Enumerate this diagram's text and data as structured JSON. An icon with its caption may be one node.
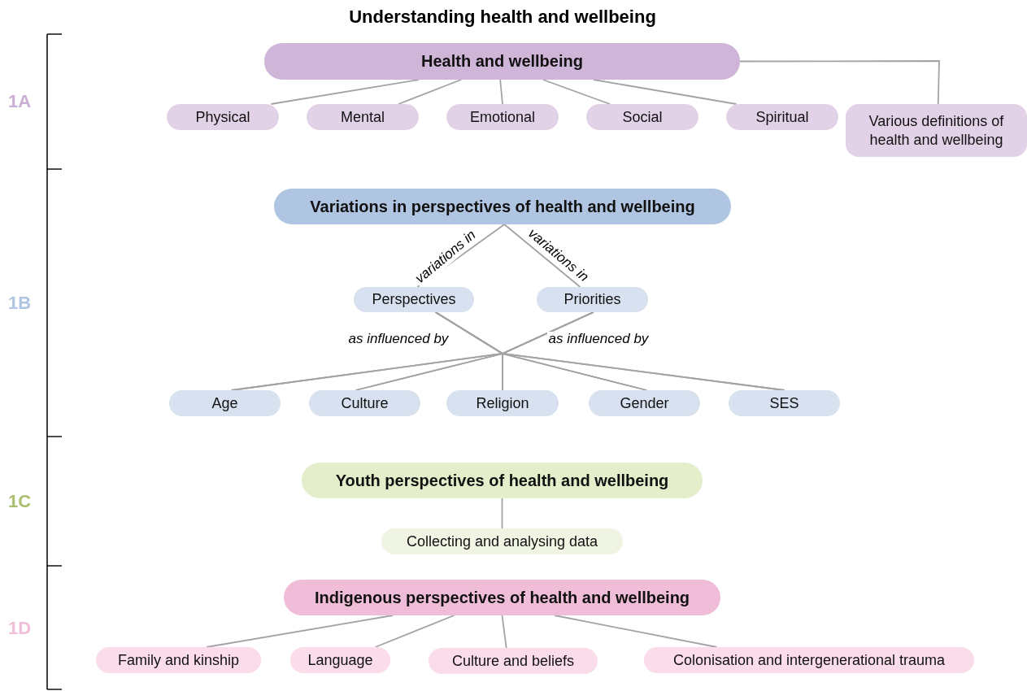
{
  "diagram": {
    "title": "Understanding health and wellbeing",
    "nodes": [
      {
        "text": [
          "Health and wellbeing"
        ]
      },
      {
        "text": [
          "Physical"
        ]
      },
      {
        "text": [
          "Mental"
        ]
      },
      {
        "text": [
          "Emotional"
        ]
      },
      {
        "text": [
          "Social"
        ]
      },
      {
        "text": [
          "Spiritual"
        ]
      },
      {
        "text": [
          "Various definitions of health and wellbeing"
        ]
      },
      {
        "text": [
          "Variations in perspectives of health and wellbeing"
        ]
      },
      {
        "text": [
          "Perspectives"
        ]
      },
      {
        "text": [
          "Priorities"
        ]
      },
      {
        "text": [
          "Age"
        ]
      },
      {
        "text": [
          "Culture"
        ]
      },
      {
        "text": [
          "Religion"
        ]
      },
      {
        "text": [
          "Gender"
        ]
      },
      {
        "text": [
          "SES"
        ]
      },
      {
        "text": [
          "Youth perspectives of health and wellbeing"
        ]
      },
      {
        "text": [
          "Collecting and analysing data"
        ]
      },
      {
        "text": [
          "Indigenous perspectives of health and wellbeing"
        ]
      },
      {
        "text": [
          "Family and kinship"
        ]
      },
      {
        "text": [
          "Language"
        ]
      },
      {
        "text": [
          "Culture and beliefs"
        ]
      },
      {
        "text": [
          "Colonisation and intergenerational trauma"
        ]
      }
    ],
    "edges": [
      {
        "from": 0,
        "to": 1,
        "arrow": "none"
      },
      {
        "from": 0,
        "to": 2,
        "arrow": "none"
      },
      {
        "from": 0,
        "to": 3,
        "arrow": "none"
      },
      {
        "from": 0,
        "to": 4,
        "arrow": "none"
      },
      {
        "from": 0,
        "to": 5,
        "arrow": "none"
      },
      {
        "from": 0,
        "to": 6,
        "arrow": "none"
      },
      {
        "from": 7,
        "to": 8,
        "arrow": "none",
        "label": "variations in"
      },
      {
        "from": 7,
        "to": 9,
        "arrow": "none",
        "label": "variations in"
      },
      {
        "from": 8,
        "to": 10,
        "arrow": "none",
        "label": "as influenced by"
      },
      {
        "from": 8,
        "to": 11,
        "arrow": "none"
      },
      {
        "from": 8,
        "to": 12,
        "arrow": "none"
      },
      {
        "from": 8,
        "to": 13,
        "arrow": "none"
      },
      {
        "from": 8,
        "to": 14,
        "arrow": "none"
      },
      {
        "from": 9,
        "to": 10,
        "arrow": "none",
        "label": "as influenced by"
      },
      {
        "from": 9,
        "to": 11,
        "arrow": "none"
      },
      {
        "from": 9,
        "to": 12,
        "arrow": "none"
      },
      {
        "from": 9,
        "to": 13,
        "arrow": "none"
      },
      {
        "from": 9,
        "to": 14,
        "arrow": "none"
      },
      {
        "from": 15,
        "to": 16,
        "arrow": "none"
      },
      {
        "from": 17,
        "to": 18,
        "arrow": "none"
      },
      {
        "from": 17,
        "to": 19,
        "arrow": "none"
      },
      {
        "from": 17,
        "to": 20,
        "arrow": "none"
      },
      {
        "from": 17,
        "to": 21,
        "arrow": "none"
      }
    ],
    "labels": [
      "1A",
      "1B",
      "1C",
      "1D"
    ]
  }
}
